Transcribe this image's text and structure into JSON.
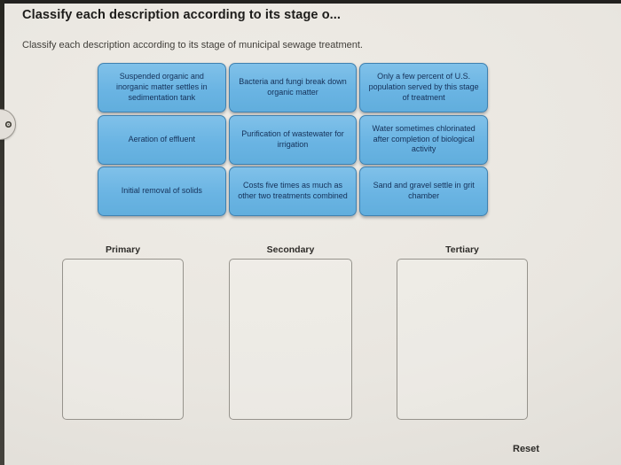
{
  "header": {
    "title": "Classify each description according to its stage o..."
  },
  "prompt": {
    "text": "Classify each description according to its stage of municipal sewage treatment."
  },
  "tiles": [
    {
      "label": "Suspended organic and inorganic matter settles in sedimentation tank"
    },
    {
      "label": "Bacteria and fungi break down organic matter"
    },
    {
      "label": "Only a few percent of U.S. population served by this stage of treatment"
    },
    {
      "label": "Aeration of effluent"
    },
    {
      "label": "Purification of wastewater for irrigation"
    },
    {
      "label": "Water sometimes chlorinated after completion of biological activity"
    },
    {
      "label": "Initial removal of solids"
    },
    {
      "label": "Costs five times as much as other two treatments combined"
    },
    {
      "label": "Sand and gravel settle in grit chamber"
    }
  ],
  "bins": [
    {
      "label": "Primary"
    },
    {
      "label": "Secondary"
    },
    {
      "label": "Tertiary"
    }
  ],
  "footer": {
    "reset_label": "Reset"
  },
  "colors": {
    "tile_fill": "#6ab4e3",
    "tile_border": "#3f81b0",
    "tile_text": "#143058",
    "page_background": "#e9e6e0",
    "bin_border": "#96938c"
  }
}
